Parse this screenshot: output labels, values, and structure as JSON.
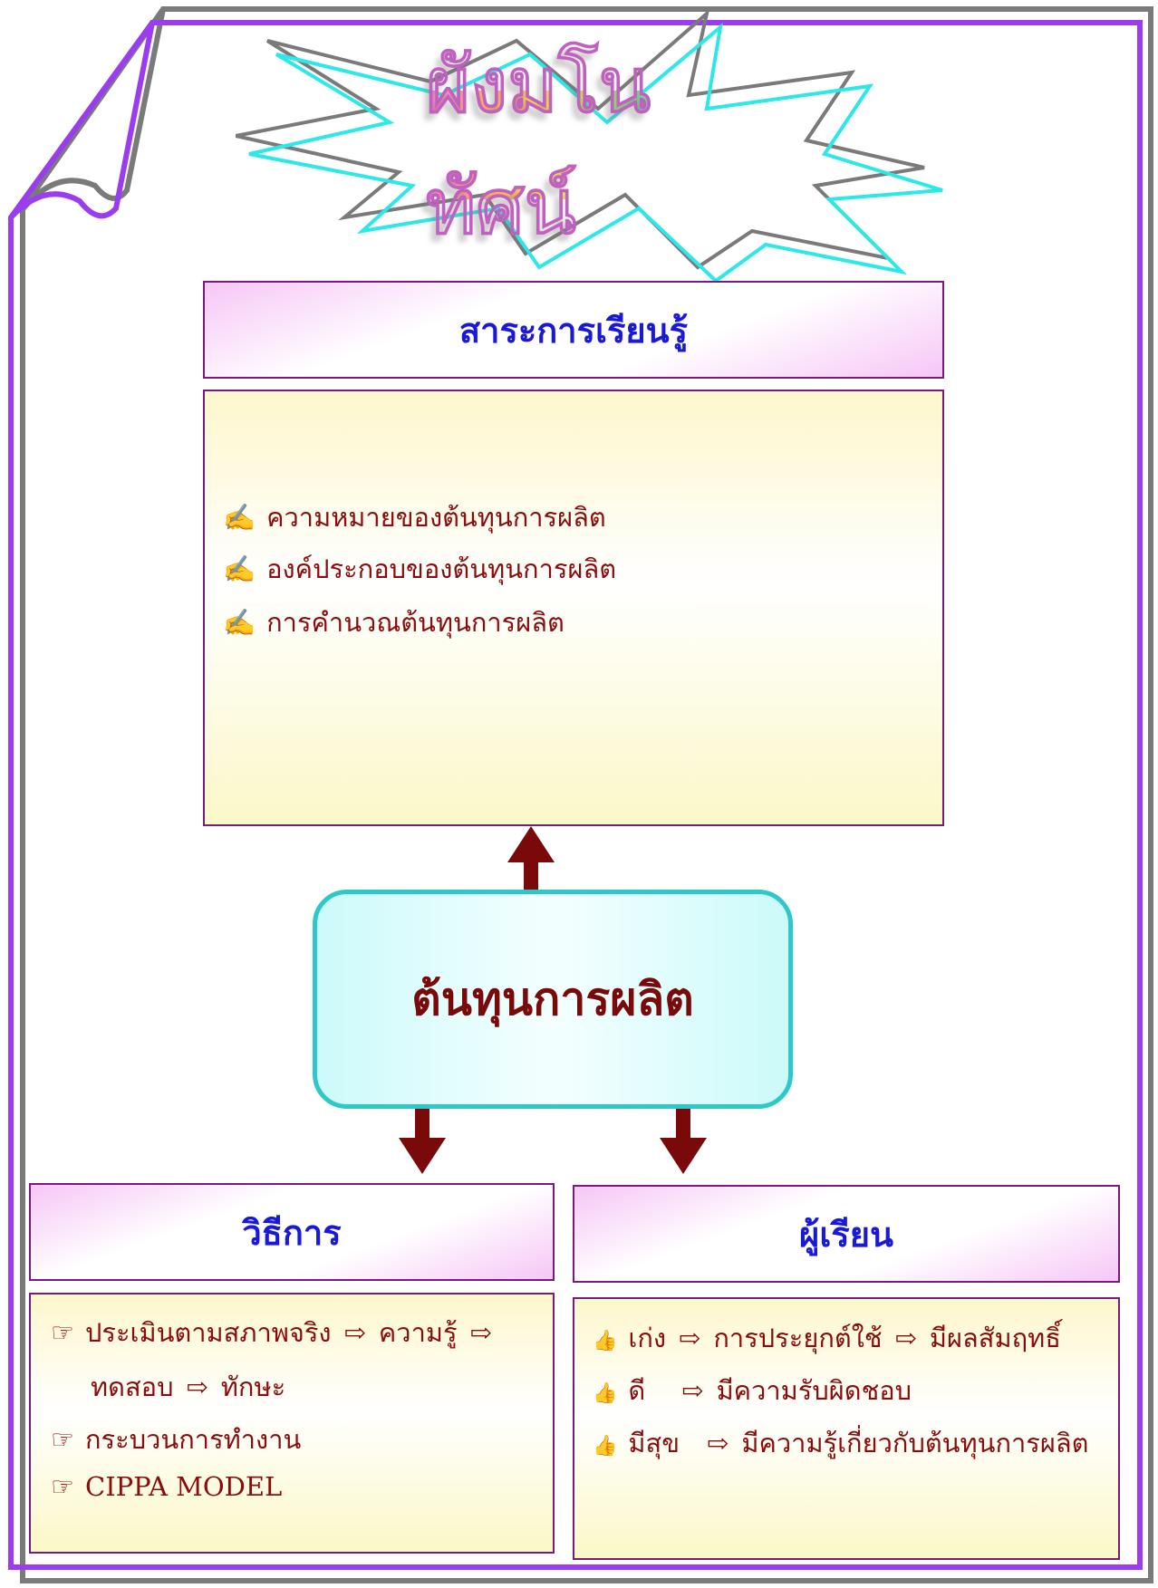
{
  "title": "ผังมโนทัศน์",
  "content_section": {
    "header": "สาระการเรียนรู้",
    "items": [
      {
        "icon": "writing-hand-icon",
        "text": "ความหมายของต้นทุนการผลิต"
      },
      {
        "icon": "writing-hand-icon",
        "text": "องค์ประกอบของต้นทุนการผลิต"
      },
      {
        "icon": "writing-hand-icon",
        "text": "การคำนวณต้นทุนการผลิต"
      }
    ]
  },
  "central_topic": "ต้นทุนการผลิต",
  "method_section": {
    "header": "วิธีการ",
    "line1": {
      "a": "ประเมินตามสภาพจริง",
      "b": "ความรู้"
    },
    "line2": {
      "a": "ทดสอบ",
      "b": "ทักษะ"
    },
    "line3": "กระบวนการทำงาน",
    "line4": "CIPPA  MODEL"
  },
  "learner_section": {
    "header": "ผู้เรียน",
    "line1": {
      "a": "เก่ง",
      "b": "การประยุกต์ใช้",
      "c": "มีผลสัมฤทธิ์"
    },
    "line2": {
      "a": "ดี",
      "b": "มีความรับผิดชอบ"
    },
    "line3": {
      "a": "มีสุข",
      "b": "มีความรู้เกี่ยวกับต้นทุนการผลิต"
    }
  },
  "glyphs": {
    "writing_hand": "✍",
    "pointing_hand": "☞",
    "thumbs_up": "👍",
    "arrow": "⇨"
  },
  "colors": {
    "frame_purple": "#9b3cf0",
    "frame_gray": "#7a7a7a",
    "header_text": "#1a1ad6",
    "body_text": "#8a0d0d",
    "center_border": "#2ec8c8",
    "arrow_fill": "#7a0a0a",
    "starburst_cyan": "#2de8e8",
    "starburst_gray": "#7a7a7a"
  }
}
